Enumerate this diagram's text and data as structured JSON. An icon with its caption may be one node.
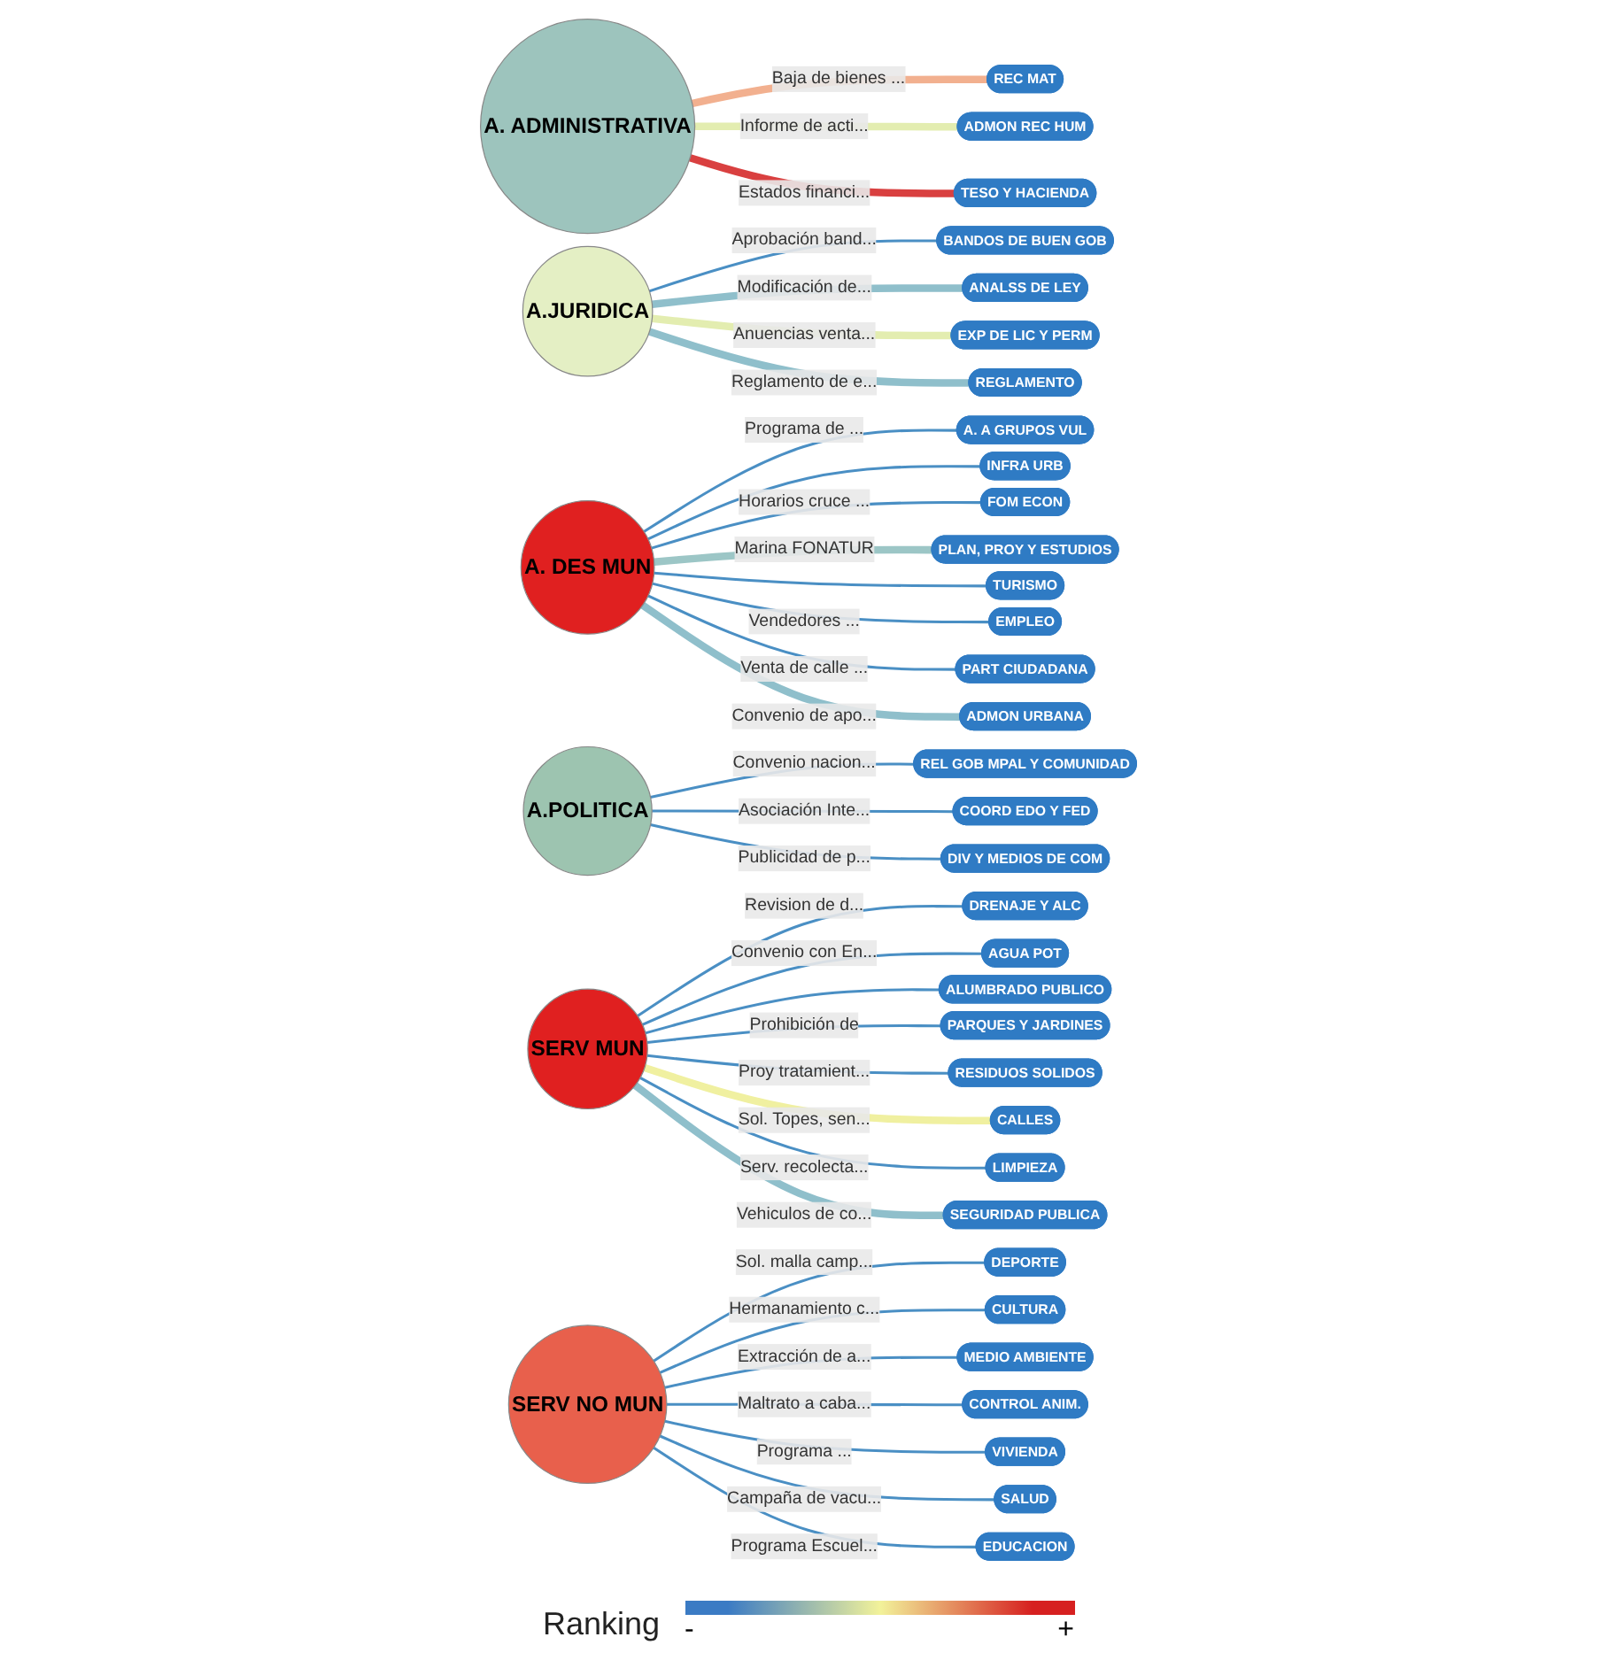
{
  "diagram": {
    "nodes": [
      {
        "text": [
          "REC MAT"
        ]
      },
      {
        "text": [
          "ADMON REC HUM"
        ]
      },
      {
        "text": [
          "A. ADMINISTRATIVA"
        ]
      },
      {
        "text": [
          "ANALSS DE LEY"
        ]
      },
      {
        "text": [
          "BANDOS DE BUEN GOB"
        ]
      },
      {
        "text": [
          "TESO Y HACIENDA"
        ]
      },
      {
        "text": [
          "EXP DE LIC Y PERM"
        ]
      },
      {
        "text": [
          "A. A GRUPOS VUL"
        ]
      },
      {
        "text": [
          "INFRA URB"
        ]
      },
      {
        "text": [
          "FOM ECON"
        ]
      },
      {
        "text": [
          "A.JURIDICA"
        ]
      },
      {
        "text": [
          "REGLAMENTO"
        ]
      },
      {
        "text": [
          "A. DES MUN"
        ]
      },
      {
        "text": [
          "PLAN, PROY Y ESTUDIOS"
        ]
      },
      {
        "text": [
          "TURISMO"
        ]
      },
      {
        "text": [
          "EMPLEO"
        ]
      },
      {
        "text": [
          "REL GOB MPAL Y COMUNIDAD"
        ]
      },
      {
        "text": [
          "DRENAJE Y ALC"
        ]
      },
      {
        "text": [
          "PART CIUDADANA"
        ]
      },
      {
        "text": [
          "ADMON URBANA"
        ]
      },
      {
        "text": [
          "COORD EDO Y FED"
        ]
      },
      {
        "text": [
          "A.POLITICA"
        ]
      },
      {
        "text": [
          "SERV MUN"
        ]
      },
      {
        "text": [
          "AGUA POT"
        ]
      },
      {
        "text": [
          "ALUMBRADO PUBLICO"
        ]
      },
      {
        "text": [
          "DEPORTE"
        ]
      },
      {
        "text": [
          "DIV Y MEDIOS DE COM"
        ]
      },
      {
        "text": [
          "CULTURA"
        ]
      },
      {
        "text": [
          "PARQUES Y JARDINES"
        ]
      },
      {
        "text": [
          "MEDIO AMBIENTE"
        ]
      },
      {
        "text": [
          "SEGURIDAD PUBLICA"
        ]
      },
      {
        "text": [
          "VIVIENDA"
        ]
      },
      {
        "text": [
          "RESIDUOS SOLIDOS"
        ]
      },
      {
        "text": [
          "CONTROL ANIM."
        ]
      },
      {
        "text": [
          "SERV NO MUN"
        ]
      },
      {
        "text": [
          "LIMPIEZA"
        ]
      },
      {
        "text": [
          "CALLES"
        ]
      },
      {
        "text": [
          "SALUD"
        ]
      },
      {
        "text": [
          "EDUCACION"
        ]
      }
    ],
    "edges": [
      {
        "from": 2,
        "to": 0,
        "arrow": "none",
        "label": "Baja de bienes ...",
        "style": "thick",
        "color": "#f2b08f"
      },
      {
        "from": 2,
        "to": 1,
        "arrow": "none",
        "label": "Informe de acti...",
        "style": "thick",
        "color": "#e3edb0"
      },
      {
        "from": 2,
        "to": 5,
        "arrow": "none",
        "label": "Estados financi...",
        "style": "thick",
        "color": "#d94040"
      },
      {
        "from": 10,
        "to": 4,
        "arrow": "none",
        "label": "Aprobación band..."
      },
      {
        "from": 10,
        "to": 3,
        "arrow": "none",
        "label": "Modificación de...",
        "style": "thick",
        "color": "#8fbfcb"
      },
      {
        "from": 10,
        "to": 6,
        "arrow": "none",
        "label": "Anuencias venta...",
        "style": "thick",
        "color": "#e3edb0"
      },
      {
        "from": 10,
        "to": 11,
        "arrow": "none",
        "label": "Reglamento de e...",
        "style": "thick",
        "color": "#8fbfcb"
      },
      {
        "from": 12,
        "to": 7,
        "arrow": "none",
        "label": "Programa de ..."
      },
      {
        "from": 12,
        "to": 8,
        "arrow": "none"
      },
      {
        "from": 12,
        "to": 9,
        "arrow": "none",
        "label": "Horarios cruce ..."
      },
      {
        "from": 12,
        "to": 13,
        "arrow": "none",
        "label": "Marina FONATUR",
        "style": "thick",
        "color": "#9cc6c6"
      },
      {
        "from": 12,
        "to": 14,
        "arrow": "none"
      },
      {
        "from": 12,
        "to": 15,
        "arrow": "none",
        "label": "Vendedores ..."
      },
      {
        "from": 12,
        "to": 18,
        "arrow": "none",
        "label": "Venta de calle ..."
      },
      {
        "from": 12,
        "to": 19,
        "arrow": "none",
        "label": "Convenio de apo...",
        "style": "thick",
        "color": "#8fbfcb"
      },
      {
        "from": 21,
        "to": 16,
        "arrow": "none",
        "label": "Convenio nacion..."
      },
      {
        "from": 21,
        "to": 20,
        "arrow": "none",
        "label": "Asociación Inte..."
      },
      {
        "from": 21,
        "to": 26,
        "arrow": "none",
        "label": "Publicidad de p..."
      },
      {
        "from": 22,
        "to": 17,
        "arrow": "none",
        "label": "Revision de d..."
      },
      {
        "from": 22,
        "to": 23,
        "arrow": "none",
        "label": "Convenio con En..."
      },
      {
        "from": 22,
        "to": 24,
        "arrow": "none"
      },
      {
        "from": 22,
        "to": 28,
        "arrow": "none",
        "label": "Prohibición de"
      },
      {
        "from": 22,
        "to": 32,
        "arrow": "none",
        "label": "Proy tratamient..."
      },
      {
        "from": 22,
        "to": 36,
        "arrow": "none",
        "label": "Sol. Topes, sen...",
        "style": "thick",
        "color": "#f0f0a0"
      },
      {
        "from": 22,
        "to": 35,
        "arrow": "none",
        "label": "Serv. recolecta..."
      },
      {
        "from": 22,
        "to": 30,
        "arrow": "none",
        "label": "Vehiculos de co...",
        "style": "thick",
        "color": "#8fbfcb"
      },
      {
        "from": 34,
        "to": 25,
        "arrow": "none",
        "label": "Sol. malla camp..."
      },
      {
        "from": 34,
        "to": 27,
        "arrow": "none",
        "label": "Hermanamiento c..."
      },
      {
        "from": 34,
        "to": 29,
        "arrow": "none",
        "label": "Extracción de a..."
      },
      {
        "from": 34,
        "to": 33,
        "arrow": "none",
        "label": "Maltrato a caba..."
      },
      {
        "from": 34,
        "to": 31,
        "arrow": "none",
        "label": "Programa ..."
      },
      {
        "from": 34,
        "to": 37,
        "arrow": "none",
        "label": "Campaña de vacu..."
      },
      {
        "from": 34,
        "to": 38,
        "arrow": "none",
        "label": "Programa Escuel..."
      }
    ],
    "labels": [
      "Ranking"
    ],
    "legend": [
      {
        "text": "-",
        "color": "#3b7bc4"
      },
      {
        "text": "+",
        "color": "#d62020"
      }
    ]
  }
}
